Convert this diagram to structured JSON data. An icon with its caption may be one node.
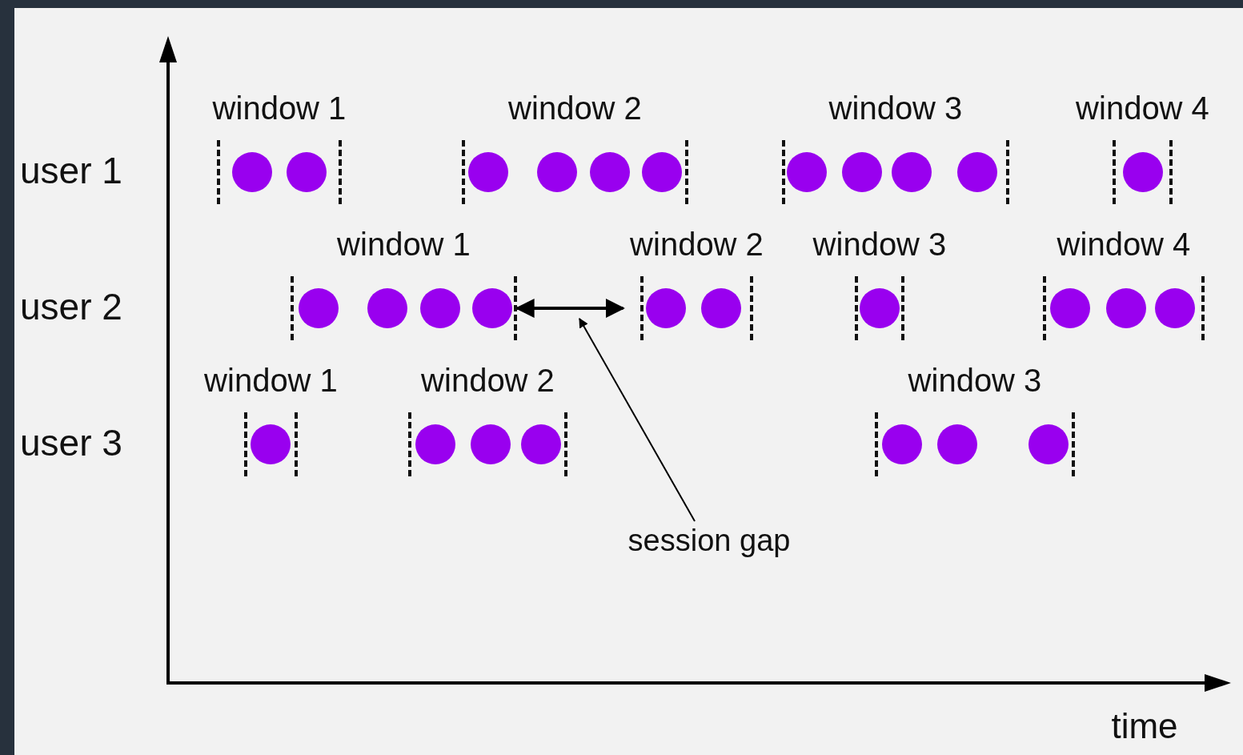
{
  "diagram": {
    "nodes": [
      {
        "text": [
          "window 1"
        ]
      },
      {
        "text": [],
        "shape": "circle",
        "in": 0
      },
      {
        "text": [],
        "shape": "circle",
        "in": 0
      },
      {
        "text": [
          "window 2"
        ]
      },
      {
        "text": [],
        "shape": "circle",
        "in": 3
      },
      {
        "text": [],
        "shape": "circle",
        "in": 3
      },
      {
        "text": [],
        "shape": "circle",
        "in": 3
      },
      {
        "text": [],
        "shape": "circle",
        "in": 3
      },
      {
        "text": [
          "window 3"
        ]
      },
      {
        "text": [],
        "shape": "circle",
        "in": 8
      },
      {
        "text": [],
        "shape": "circle",
        "in": 8
      },
      {
        "text": [],
        "shape": "circle",
        "in": 8
      },
      {
        "text": [],
        "shape": "circle",
        "in": 8
      },
      {
        "text": [
          "window 4"
        ]
      },
      {
        "text": [],
        "shape": "circle",
        "in": 13
      },
      {
        "text": [
          "window 1"
        ]
      },
      {
        "text": [],
        "shape": "circle",
        "in": 15
      },
      {
        "text": [],
        "shape": "circle",
        "in": 15
      },
      {
        "text": [],
        "shape": "circle",
        "in": 15
      },
      {
        "text": [],
        "shape": "circle",
        "in": 15
      },
      {
        "text": [
          "window 2"
        ]
      },
      {
        "text": [],
        "shape": "circle",
        "in": 20
      },
      {
        "text": [],
        "shape": "circle",
        "in": 20
      },
      {
        "text": [
          "window 3"
        ]
      },
      {
        "text": [],
        "shape": "circle",
        "in": 23
      },
      {
        "text": [
          "window 4"
        ]
      },
      {
        "text": [],
        "shape": "circle",
        "in": 25
      },
      {
        "text": [],
        "shape": "circle",
        "in": 25
      },
      {
        "text": [],
        "shape": "circle",
        "in": 25
      },
      {
        "text": [
          "window 1"
        ]
      },
      {
        "text": [],
        "shape": "circle",
        "in": 29
      },
      {
        "text": [
          "window 2"
        ]
      },
      {
        "text": [],
        "shape": "circle",
        "in": 31
      },
      {
        "text": [],
        "shape": "circle",
        "in": 31
      },
      {
        "text": [],
        "shape": "circle",
        "in": 31
      },
      {
        "text": [
          "window 3"
        ]
      },
      {
        "text": [],
        "shape": "circle",
        "in": 35
      },
      {
        "text": [],
        "shape": "circle",
        "in": 35
      },
      {
        "text": [],
        "shape": "circle",
        "in": 35
      },
      {
        "text": [
          "session gap"
        ]
      }
    ],
    "edges": [
      {
        "from": 15,
        "to": 20,
        "arrow": "both"
      },
      {
        "from": 39,
        "to": null,
        "arrow": "to"
      }
    ],
    "labels": [
      "user 1",
      "user 2",
      "user 3",
      "time"
    ]
  }
}
